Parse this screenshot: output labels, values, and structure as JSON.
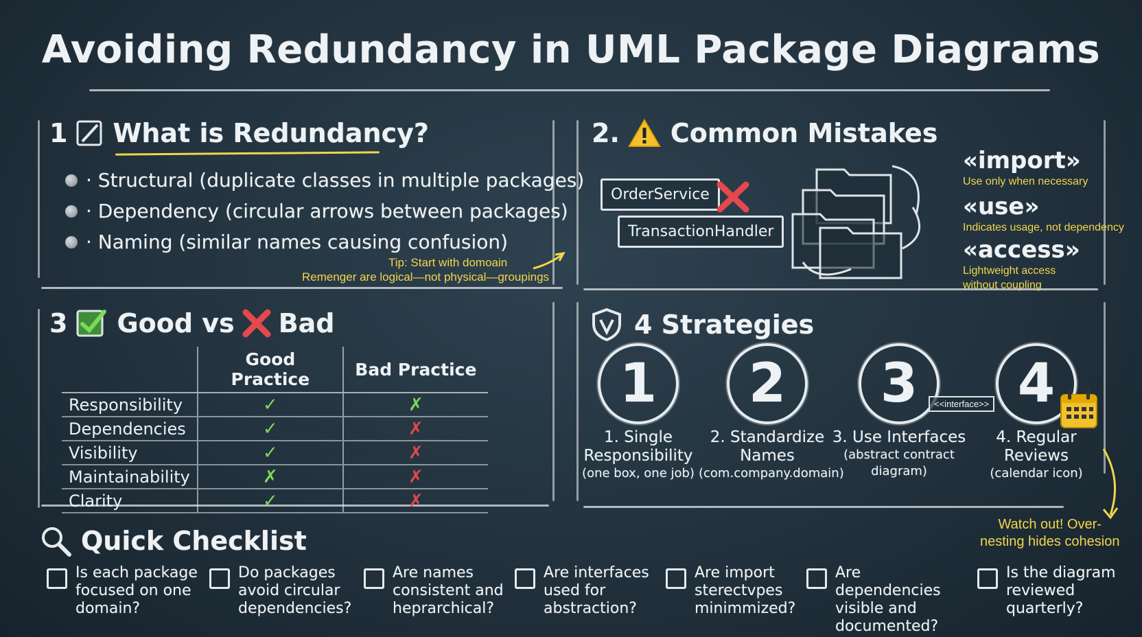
{
  "title": "Avoiding Redundancy in UML Package Diagrams",
  "section1": {
    "number": "1",
    "heading": "What is Redundancy?",
    "bullets": [
      "· Structural (duplicate classes in multiple packages)",
      "· Dependency (circular arrows between packages)",
      "· Naming (similar names causing confusion)"
    ],
    "tip_line1": "Tip: Start with domoain",
    "tip_line2": "Remenger are logical—not physical—groupings"
  },
  "section2": {
    "number": "2.",
    "heading": "Common Mistakes",
    "package1": "OrderService",
    "package2": "TransactionHandler",
    "stereotypes": [
      {
        "name": "«import»",
        "note": "Use only when necessary"
      },
      {
        "name": "«use»",
        "note": "Indicates usage, not dependency"
      },
      {
        "name": "«access»",
        "note": "Lightweight access without coupling"
      }
    ]
  },
  "section3": {
    "number": "3",
    "heading_good": "Good vs",
    "heading_bad": "Bad",
    "col_good": "Good Practice",
    "col_bad": "Bad Practice",
    "rows": [
      {
        "label": "Responsibility",
        "good": "✓",
        "bad": "✗",
        "good_color": "#7ed957",
        "bad_color": "#7ed957"
      },
      {
        "label": "Dependencies",
        "good": "✓",
        "bad": "✗",
        "good_color": "#7ed957",
        "bad_color": "#e5484d"
      },
      {
        "label": "Visibility",
        "good": "✓",
        "bad": "✗",
        "good_color": "#7ed957",
        "bad_color": "#e5484d"
      },
      {
        "label": "Maintainability",
        "good": "✗",
        "bad": "✗",
        "good_color": "#7ed957",
        "bad_color": "#e5484d"
      },
      {
        "label": "Clarity",
        "good": "✓",
        "bad": "✗",
        "good_color": "#7ed957",
        "bad_color": "#e5484d"
      }
    ]
  },
  "section4": {
    "heading": "4 Strategies",
    "strategies": [
      {
        "num": "1",
        "title_line1": "1. Single",
        "title_line2": "Responsibility",
        "desc_line1": "(one box, one job)",
        "desc_line2": ""
      },
      {
        "num": "2",
        "title_line1": "2. Standardize",
        "title_line2": "Names",
        "desc_line1": "(com.company.domain)",
        "desc_line2": ""
      },
      {
        "num": "3",
        "title_line1": "3. Use Interfaces",
        "title_line2": "",
        "desc_line1": "(abstract contract",
        "desc_line2": "diagram)"
      },
      {
        "num": "4",
        "title_line1": "4. Regular",
        "title_line2": "Reviews",
        "desc_line1": "(calendar icon)",
        "desc_line2": ""
      }
    ],
    "interface_label": "<<interface>>",
    "warning_line1": "Watch out! Over-",
    "warning_line2": "nesting hides cohesion"
  },
  "checklist": {
    "heading": "Quick Checklist",
    "items": [
      {
        "l1": "Is each package",
        "l2": "focused on one",
        "l3": "domain?"
      },
      {
        "l1": "Do packages",
        "l2": "avoid circular",
        "l3": "dependencies?"
      },
      {
        "l1": "Are names",
        "l2": "consistent and",
        "l3": "heprarchical?"
      },
      {
        "l1": "Are interfaces",
        "l2": "used for",
        "l3": "abstraction?"
      },
      {
        "l1": "Are import",
        "l2": "sterectvpes",
        "l3": "minimmized?"
      },
      {
        "l1": "Are dependencies",
        "l2": "visible and",
        "l3": "documented?"
      },
      {
        "l1": "Is the diagram",
        "l2": "reviewed",
        "l3": "quarterly?"
      }
    ]
  },
  "colors": {
    "accent_yellow": "#f2d64b",
    "good_green": "#7ed957",
    "bad_red": "#e5484d",
    "chalk": "#eef2f4"
  }
}
